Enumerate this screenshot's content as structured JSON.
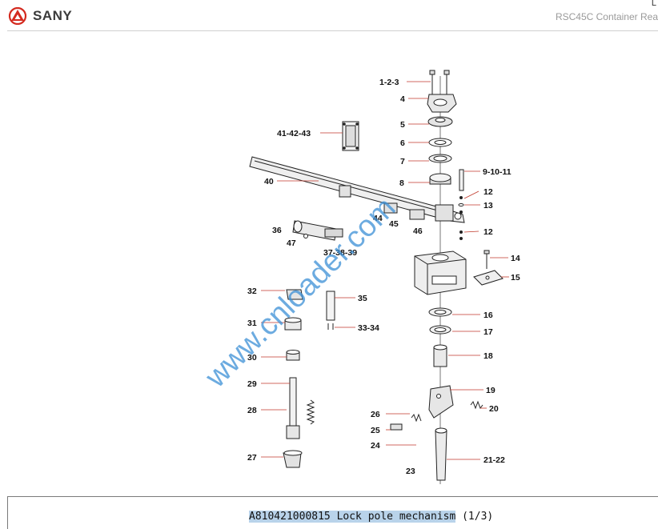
{
  "header": {
    "brand": "SANY",
    "title": "RSC45C Container Rea",
    "corner_mark": "L"
  },
  "diagram": {
    "watermark": "www.cnloader.com",
    "callouts": {
      "c1": "1-2-3",
      "c4": "4",
      "c5": "5",
      "c6": "6",
      "c7": "7",
      "c8": "8",
      "c9": "9-10-11",
      "c12a": "12",
      "c13": "13",
      "c12b": "12",
      "c14": "14",
      "c15": "15",
      "c16": "16",
      "c17": "17",
      "c18": "18",
      "c19": "19",
      "c20": "20",
      "c21": "21-22",
      "c23": "23",
      "c24": "24",
      "c25": "25",
      "c26": "26",
      "c27": "27",
      "c28": "28",
      "c29": "29",
      "c30": "30",
      "c31": "31",
      "c32": "32",
      "c33": "33-34",
      "c35": "35",
      "c36": "36",
      "c37": "37-38-39",
      "c40": "40",
      "c41": "41-42-43",
      "c44": "44",
      "c45": "45",
      "c46": "46",
      "c47": "47"
    }
  },
  "footer": {
    "code_title": "A810421000815 Lock pole mechanism",
    "page": "(1/3)"
  }
}
